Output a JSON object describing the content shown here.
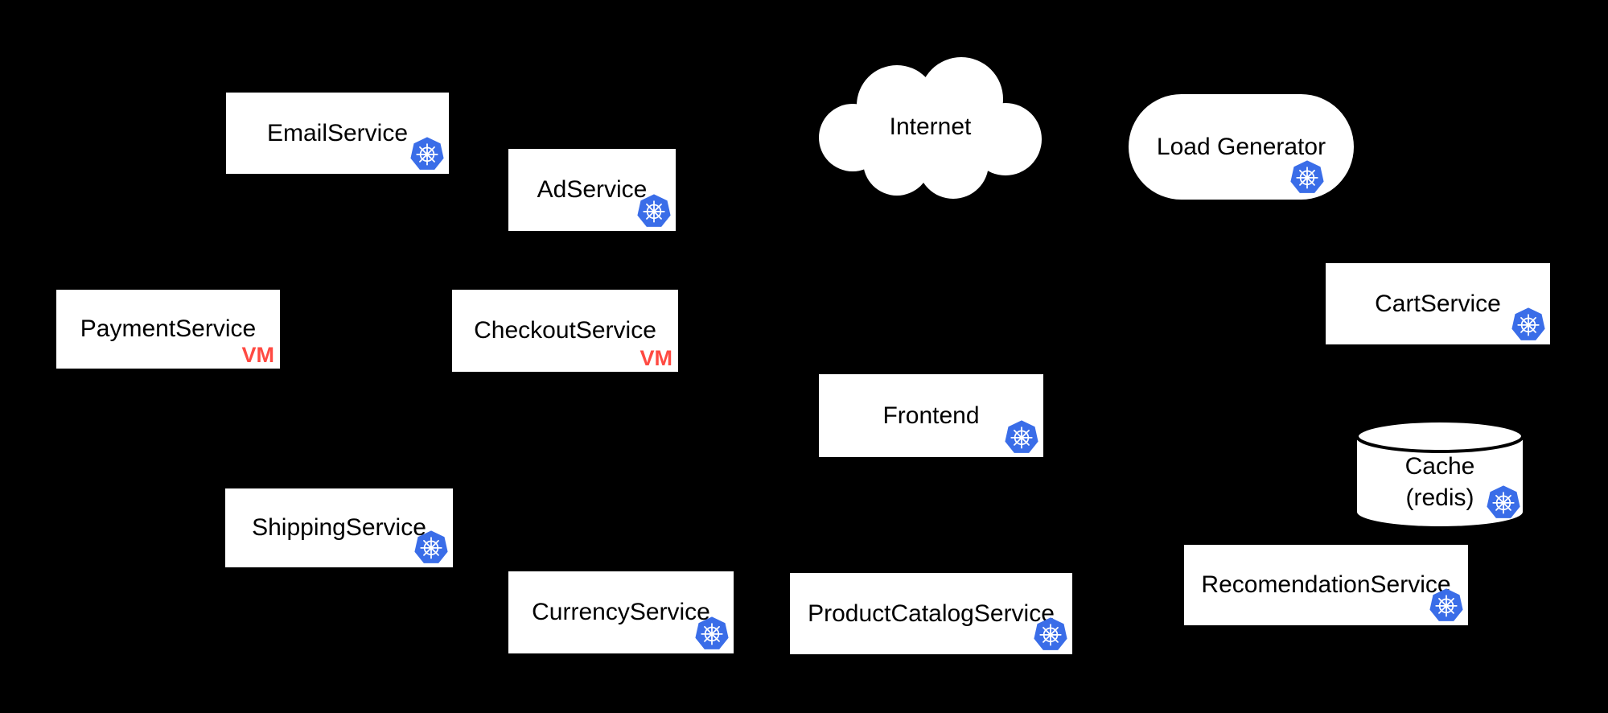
{
  "canvas": {
    "background": "#000000"
  },
  "colors": {
    "node_fill": "#ffffff",
    "label_color": "#000000",
    "kubernetes_blue": "#3a6de8",
    "vm_red": "#ff4a42"
  },
  "nodes": {
    "email": {
      "label": "EmailService"
    },
    "ad": {
      "label": "AdService"
    },
    "internet": {
      "label": "Internet"
    },
    "load_generator": {
      "label": "Load Generator"
    },
    "payment": {
      "label": "PaymentService",
      "badge": "VM"
    },
    "checkout": {
      "label": "CheckoutService",
      "badge": "VM"
    },
    "cart": {
      "label": "CartService"
    },
    "frontend": {
      "label": "Frontend"
    },
    "cache": {
      "label_line1": "Cache",
      "label_line2": "(redis)"
    },
    "shipping": {
      "label": "ShippingService"
    },
    "currency": {
      "label": "CurrencyService"
    },
    "product_catalog": {
      "label": "ProductCatalogService"
    },
    "recommendation": {
      "label": "RecomendationService"
    }
  }
}
